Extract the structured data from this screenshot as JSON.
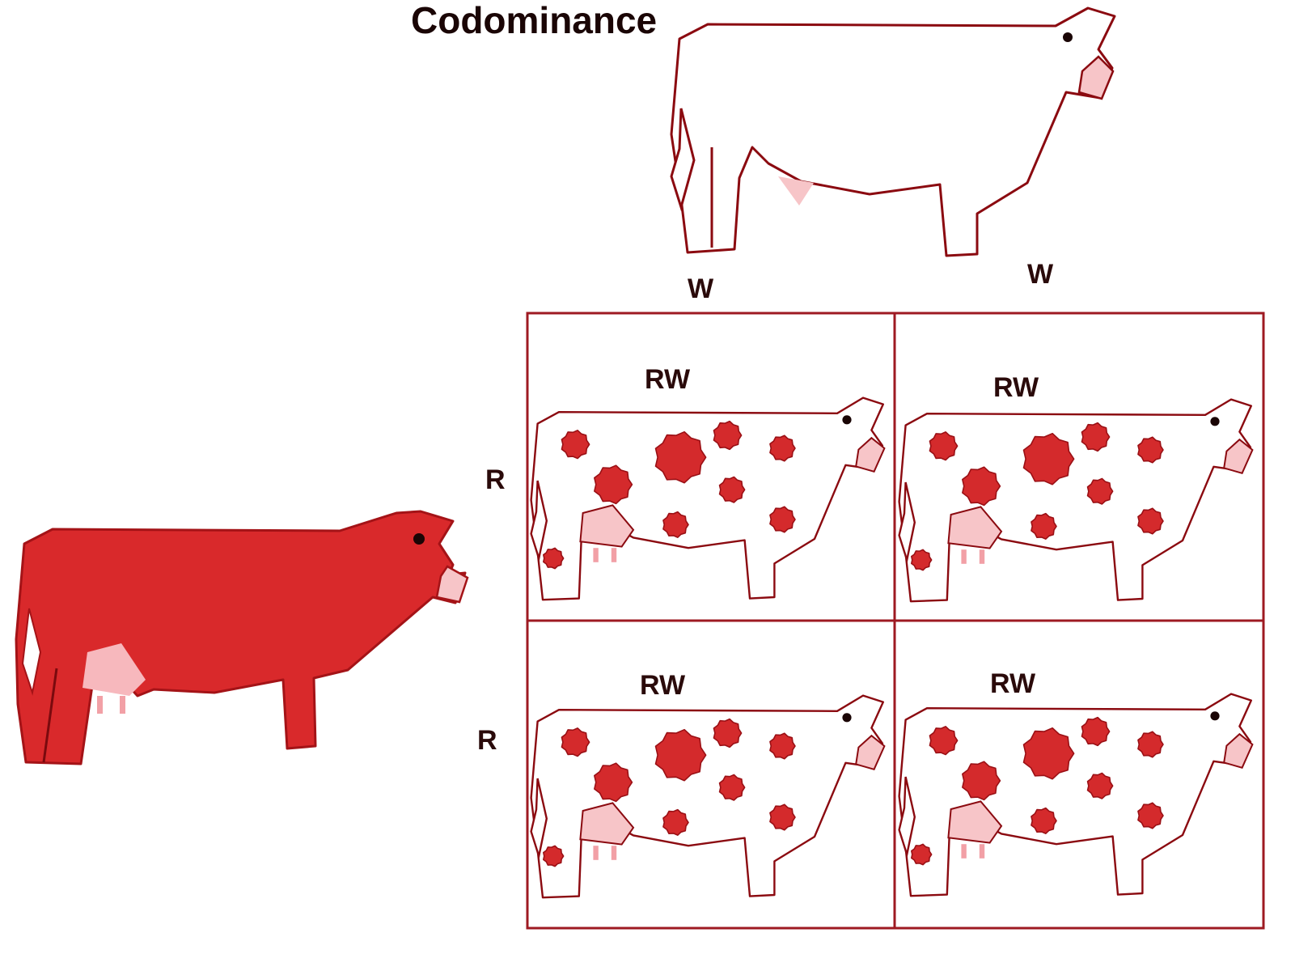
{
  "title": "Codominance",
  "top_parent": {
    "alleles": [
      "W",
      "W"
    ],
    "phenotype_color": "#ffffff"
  },
  "left_parent": {
    "alleles": [
      "R",
      "R"
    ],
    "phenotype_color": "#d9292b"
  },
  "offspring": [
    {
      "genotype": "RW"
    },
    {
      "genotype": "RW"
    },
    {
      "genotype": "RW"
    },
    {
      "genotype": "RW"
    }
  ],
  "colors": {
    "outline": "#8b0a10",
    "red": "#d9292b",
    "spot": "#d42a2c",
    "pink": "#f7c5c8",
    "grid": "#9e1a22"
  }
}
